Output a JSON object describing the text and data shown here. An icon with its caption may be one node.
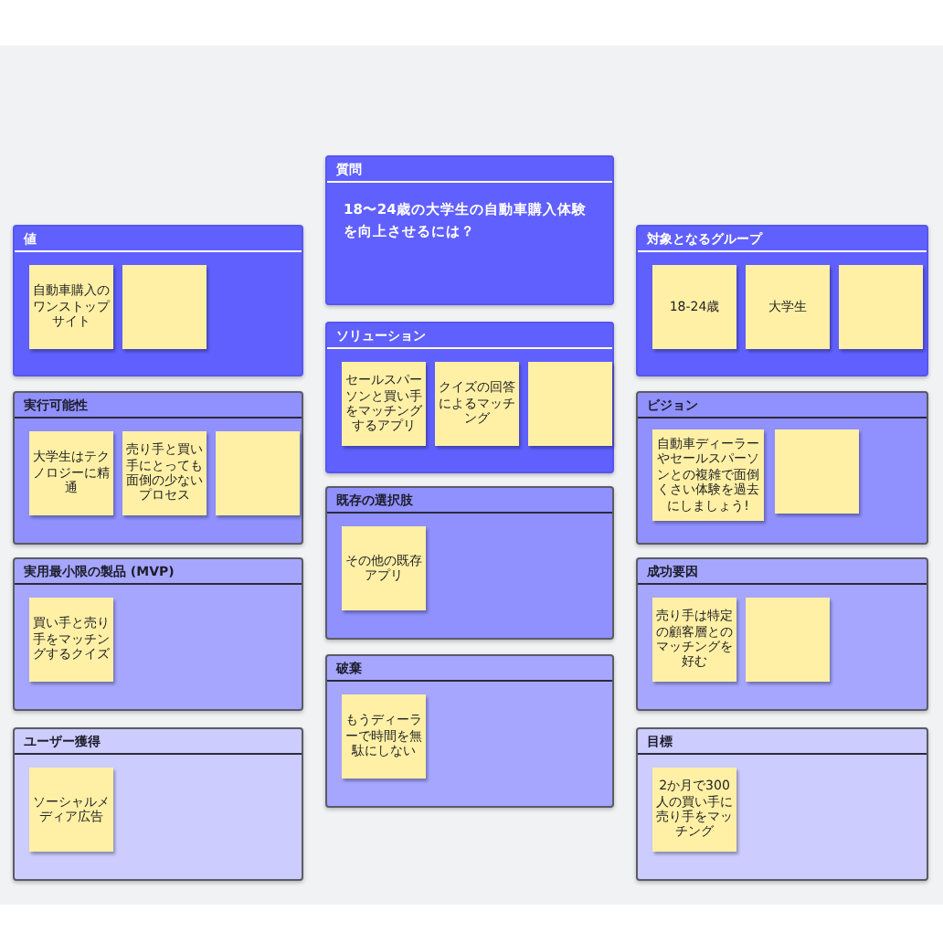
{
  "diagram": {
    "nodes": [
      {
        "text": [
          "値"
        ]
      },
      {
        "text": [
          "自動車購入のワンストップサイト"
        ],
        "in": 0
      },
      {
        "text": [],
        "shape": "box",
        "in": 0
      },
      {
        "text": [
          "実行可能性"
        ]
      },
      {
        "text": [
          "大学生はテクノロジーに精通"
        ],
        "in": 3
      },
      {
        "text": [
          "売り手と買い手にとっても面倒の少ないプロセス"
        ],
        "in": 3
      },
      {
        "text": [],
        "shape": "box",
        "in": 3
      },
      {
        "text": [
          "実用最小限の製品 (MVP)"
        ]
      },
      {
        "text": [
          "買い手と売り手をマッチングするクイズ"
        ],
        "in": 7
      },
      {
        "text": [
          "ユーザー獲得"
        ]
      },
      {
        "text": [
          "ソーシャルメディア広告"
        ],
        "in": 9
      },
      {
        "text": [
          "質問",
          "18〜24歳の大学生の自動車購入体験を向上させるには？"
        ]
      },
      {
        "text": [
          "ソリューション"
        ]
      },
      {
        "text": [
          "セールスパーソンと買い手をマッチングするアプリ"
        ],
        "in": 12
      },
      {
        "text": [
          "クイズの回答によるマッチング"
        ],
        "in": 12
      },
      {
        "text": [],
        "shape": "box",
        "in": 12
      },
      {
        "text": [
          "既存の選択肢"
        ]
      },
      {
        "text": [
          "その他の既存アプリ"
        ],
        "in": 16
      },
      {
        "text": [
          "破棄"
        ]
      },
      {
        "text": [
          "もうディーラーで時間を無駄にしない"
        ],
        "in": 18
      },
      {
        "text": [
          "対象となるグループ"
        ]
      },
      {
        "text": [
          "18-24歳"
        ],
        "in": 20
      },
      {
        "text": [
          "大学生"
        ],
        "in": 20
      },
      {
        "text": [],
        "shape": "box",
        "in": 20
      },
      {
        "text": [
          "ビジョン"
        ]
      },
      {
        "text": [
          "自動車ディーラーやセールスパーソンとの複雑で面倒くさい体験を過去にしましょう!"
        ],
        "in": 24
      },
      {
        "text": [],
        "shape": "box",
        "in": 24
      },
      {
        "text": [
          "成功要因"
        ]
      },
      {
        "text": [
          "売り手は特定の顧客層とのマッチングを好む"
        ],
        "in": 27
      },
      {
        "text": [],
        "shape": "box",
        "in": 27
      },
      {
        "text": [
          "目標"
        ]
      },
      {
        "text": [
          "2か月で300人の買い手に売り手をマッチング"
        ],
        "in": 30
      }
    ]
  }
}
